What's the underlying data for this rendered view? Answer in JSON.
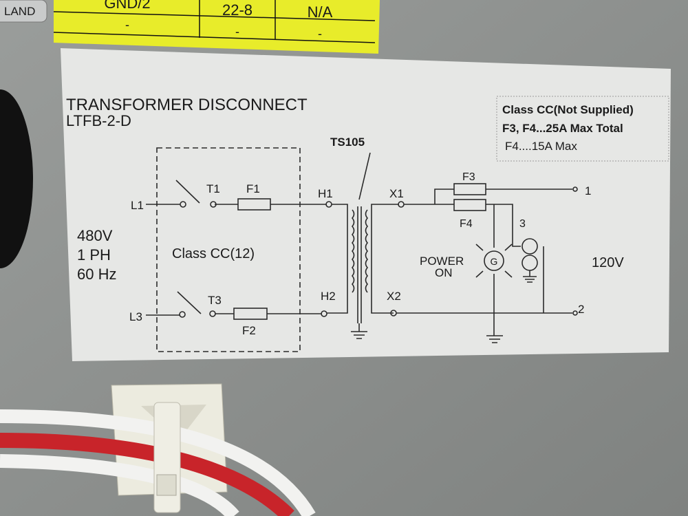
{
  "top_tag": {
    "text": "LAND"
  },
  "yellow_table": {
    "rows": [
      [
        "GND/2",
        "22-8",
        "N/A"
      ],
      [
        "-",
        "-",
        "-"
      ]
    ]
  },
  "label": {
    "title": "TRANSFORMER DISCONNECT",
    "subtitle": "LTFB-2-D",
    "note_lines": [
      "Class CC(Not Supplied)",
      "F3, F4...25A Max Total",
      "F4....15A Max"
    ],
    "input_voltage": [
      "480V",
      "1 PH",
      "60 Hz"
    ],
    "output_voltage": "120V",
    "fuse_class": "Class CC(12)",
    "transformer": "TS105",
    "lines": {
      "l1": "L1",
      "l3": "L3"
    },
    "switches": {
      "t1": "T1",
      "t3": "T3"
    },
    "fuses": {
      "f1": "F1",
      "f2": "F2",
      "f3": "F3",
      "f4": "F4"
    },
    "terminals": {
      "h1": "H1",
      "h2": "H2",
      "x1": "X1",
      "x2": "X2",
      "out1": "1",
      "out2": "2",
      "out3": "3"
    },
    "lamp": {
      "line1": "POWER",
      "line2": "ON",
      "symbol": "G"
    }
  },
  "colors": {
    "panel": "#8f9290",
    "label": "#e6e7e5",
    "sticker": "#e8ec2a",
    "wire_red": "#c8242a",
    "wire_white": "#f2f2f0"
  }
}
